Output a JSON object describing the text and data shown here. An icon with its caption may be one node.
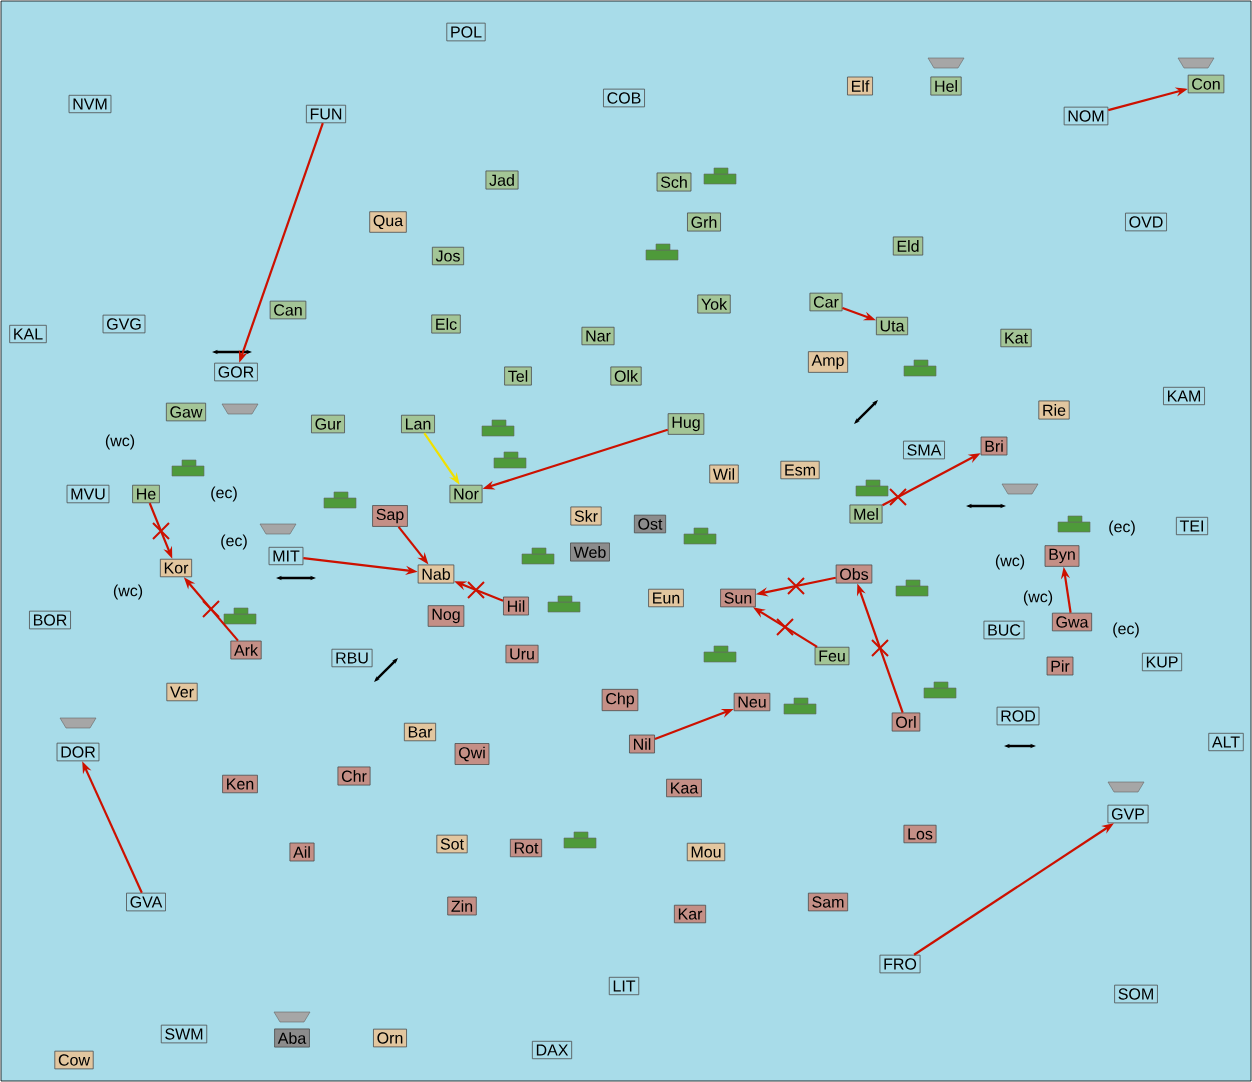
{
  "diagram": {
    "nodes": [
      {
        "text": [
          "POL"
        ]
      },
      {
        "text": [
          "Elf"
        ]
      },
      {
        "text": [
          "Hel"
        ]
      },
      {
        "text": [
          "Con"
        ]
      },
      {
        "text": [
          "NVM"
        ]
      },
      {
        "text": [
          "COB"
        ]
      },
      {
        "text": [
          "FUN"
        ]
      },
      {
        "text": [
          "NOM"
        ]
      },
      {
        "text": [
          "Jad"
        ]
      },
      {
        "text": [
          "Sch"
        ]
      },
      {
        "text": [
          "Qua"
        ]
      },
      {
        "text": [
          "Grh"
        ]
      },
      {
        "text": [
          "OVD"
        ]
      },
      {
        "text": [
          "Eld"
        ]
      },
      {
        "text": [
          "Jos"
        ]
      },
      {
        "text": [
          "Can"
        ]
      },
      {
        "text": [
          "Yok"
        ]
      },
      {
        "text": [
          "Car"
        ]
      },
      {
        "text": [
          "Elc"
        ]
      },
      {
        "text": [
          "GVG"
        ]
      },
      {
        "text": [
          "Uta"
        ]
      },
      {
        "text": [
          "KAL"
        ]
      },
      {
        "text": [
          "Nar"
        ]
      },
      {
        "text": [
          "Kat"
        ]
      },
      {
        "text": [
          "Amp"
        ]
      },
      {
        "text": [
          "GOR"
        ]
      },
      {
        "text": [
          "Tel"
        ]
      },
      {
        "text": [
          "Olk"
        ]
      },
      {
        "text": [
          "KAM"
        ]
      },
      {
        "text": [
          "Rie"
        ]
      },
      {
        "text": [
          "Gaw"
        ]
      },
      {
        "text": [
          "Gur"
        ]
      },
      {
        "text": [
          "Lan"
        ]
      },
      {
        "text": [
          "Hug"
        ]
      },
      {
        "text": [
          "Bri"
        ]
      },
      {
        "text": [
          "SMA"
        ]
      },
      {
        "text": [
          "Esm"
        ]
      },
      {
        "text": [
          "Wil"
        ]
      },
      {
        "text": [
          "He"
        ]
      },
      {
        "text": [
          "MVU"
        ]
      },
      {
        "text": [
          "Nor"
        ]
      },
      {
        "text": [
          "Sap"
        ]
      },
      {
        "text": [
          "Skr"
        ]
      },
      {
        "text": [
          "Mel"
        ]
      },
      {
        "text": [
          "Ost"
        ]
      },
      {
        "text": [
          "TEI"
        ]
      },
      {
        "text": [
          "Web"
        ]
      },
      {
        "text": [
          "Byn"
        ]
      },
      {
        "text": [
          "MIT"
        ]
      },
      {
        "text": [
          "Kor"
        ]
      },
      {
        "text": [
          "Nab"
        ]
      },
      {
        "text": [
          "Obs"
        ]
      },
      {
        "text": [
          "Eun"
        ]
      },
      {
        "text": [
          "Sun"
        ]
      },
      {
        "text": [
          "Hil"
        ]
      },
      {
        "text": [
          "Nog"
        ]
      },
      {
        "text": [
          "BOR"
        ]
      },
      {
        "text": [
          "Gwa"
        ]
      },
      {
        "text": [
          "BUC"
        ]
      },
      {
        "text": [
          "Ark"
        ]
      },
      {
        "text": [
          "Uru"
        ]
      },
      {
        "text": [
          "Feu"
        ]
      },
      {
        "text": [
          "RBU"
        ]
      },
      {
        "text": [
          "KUP"
        ]
      },
      {
        "text": [
          "Pir"
        ]
      },
      {
        "text": [
          "Ver"
        ]
      },
      {
        "text": [
          "Chp"
        ]
      },
      {
        "text": [
          "Neu"
        ]
      },
      {
        "text": [
          "ROD"
        ]
      },
      {
        "text": [
          "Orl"
        ]
      },
      {
        "text": [
          "Bar"
        ]
      },
      {
        "text": [
          "ALT"
        ]
      },
      {
        "text": [
          "Nil"
        ]
      },
      {
        "text": [
          "DOR"
        ]
      },
      {
        "text": [
          "Qwi"
        ]
      },
      {
        "text": [
          "Chr"
        ]
      },
      {
        "text": [
          "Ken"
        ]
      },
      {
        "text": [
          "Kaa"
        ]
      },
      {
        "text": [
          "GVP"
        ]
      },
      {
        "text": [
          "Los"
        ]
      },
      {
        "text": [
          "Sot"
        ]
      },
      {
        "text": [
          "Rot"
        ]
      },
      {
        "text": [
          "Mou"
        ]
      },
      {
        "text": [
          "Ail"
        ]
      },
      {
        "text": [
          "GVA"
        ]
      },
      {
        "text": [
          "Sam"
        ]
      },
      {
        "text": [
          "Zin"
        ]
      },
      {
        "text": [
          "Kar"
        ]
      },
      {
        "text": [
          "FRO"
        ]
      },
      {
        "text": [
          "LIT"
        ]
      },
      {
        "text": [
          "SOM"
        ]
      },
      {
        "text": [
          "SWM"
        ]
      },
      {
        "text": [
          "Aba"
        ]
      },
      {
        "text": [
          "Orn"
        ]
      },
      {
        "text": [
          "DAX"
        ]
      },
      {
        "text": [
          "Cow"
        ]
      }
    ],
    "edges": [
      {
        "from": 6,
        "to": 25,
        "arrow": "to"
      },
      {
        "from": 7,
        "to": 3,
        "arrow": "to"
      },
      {
        "from": 17,
        "to": 20,
        "arrow": "to"
      },
      {
        "from": 43,
        "to": 34,
        "arrow": "to"
      },
      {
        "from": 57,
        "to": 47,
        "arrow": "to"
      },
      {
        "from": 32,
        "to": 40,
        "arrow": "to",
        "color": "#f0e000"
      },
      {
        "from": 33,
        "to": 40,
        "arrow": "to"
      },
      {
        "from": 38,
        "to": 49,
        "arrow": "to"
      },
      {
        "from": 59,
        "to": 49,
        "arrow": "to"
      },
      {
        "from": 41,
        "to": 50,
        "arrow": "to"
      },
      {
        "from": 48,
        "to": 50,
        "arrow": "to"
      },
      {
        "from": 54,
        "to": 50,
        "arrow": "to"
      },
      {
        "from": 61,
        "to": 53,
        "arrow": "to"
      },
      {
        "from": 51,
        "to": 53,
        "arrow": "to"
      },
      {
        "from": 69,
        "to": 51,
        "arrow": "to"
      },
      {
        "from": 72,
        "to": 67,
        "arrow": "to"
      },
      {
        "from": 84,
        "to": 73,
        "arrow": "to"
      },
      {
        "from": 88,
        "to": 78,
        "arrow": "to"
      }
    ],
    "labels": [
      "(wc)",
      "(ec)",
      "(ec)",
      "(ec)",
      "(wc)",
      "(wc)",
      "(wc)",
      "(ec)"
    ]
  }
}
